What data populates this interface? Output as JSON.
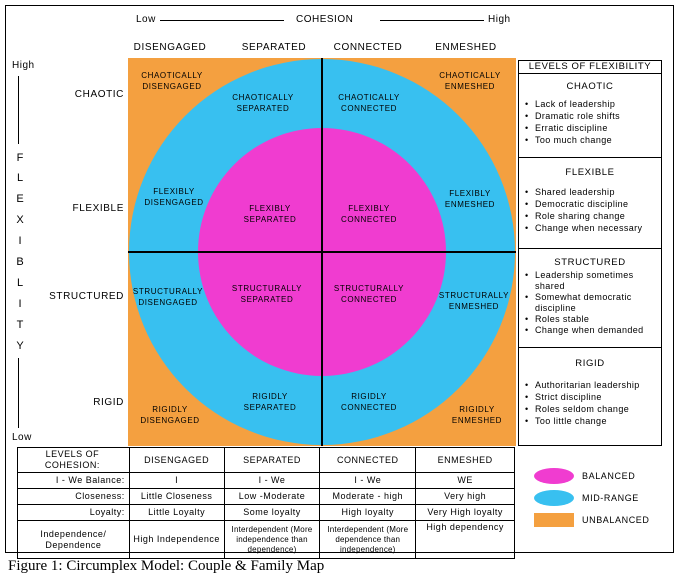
{
  "colors": {
    "balanced": "#f03cd0",
    "mid_range": "#38c0f0",
    "unbalanced": "#f4a040",
    "line": "#000000"
  },
  "cohesion_axis": {
    "low": "Low",
    "title": "COHESION",
    "high": "High"
  },
  "flexibility_axis": {
    "high": "High",
    "letters": [
      "F",
      "L",
      "E",
      "X",
      "I",
      "B",
      "L",
      "I",
      "T",
      "Y"
    ],
    "low": "Low"
  },
  "columns": [
    "DISENGAGED",
    "SEPARATED",
    "CONNECTED",
    "ENMESHED"
  ],
  "rows": [
    "CHAOTIC",
    "FLEXIBLE",
    "STRUCTURED",
    "RIGID"
  ],
  "cells": {
    "chaotic": [
      [
        "CHAOTICALLY",
        "DISENGAGED"
      ],
      [
        "CHAOTICALLY",
        "SEPARATED"
      ],
      [
        "CHAOTICALLY",
        "CONNECTED"
      ],
      [
        "CHAOTICALLY",
        "ENMESHED"
      ]
    ],
    "flexible": [
      [
        "FLEXIBLY",
        "DISENGAGED"
      ],
      [
        "FLEXIBLY",
        "SEPARATED"
      ],
      [
        "FLEXIBLY",
        "CONNECTED"
      ],
      [
        "FLEXIBLY",
        "ENMESHED"
      ]
    ],
    "structured": [
      [
        "STRUCTURALLY",
        "DISENGAGED"
      ],
      [
        "STRUCTURALLY",
        "SEPARATED"
      ],
      [
        "STRUCTURALLY",
        "CONNECTED"
      ],
      [
        "STRUCTURALLY",
        "ENMESHED"
      ]
    ],
    "rigid": [
      [
        "RIGIDLY",
        "DISENGAGED"
      ],
      [
        "RIGIDLY",
        "SEPARATED"
      ],
      [
        "RIGIDLY",
        "CONNECTED"
      ],
      [
        "RIGIDLY",
        "ENMESHED"
      ]
    ]
  },
  "levels_panel": {
    "title": "LEVELS OF FLEXIBILITY",
    "sections": [
      {
        "title": "CHAOTIC",
        "items": [
          "Lack of leadership",
          "Dramatic role shifts",
          "Erratic discipline",
          "Too much change"
        ]
      },
      {
        "title": "FLEXIBLE",
        "items": [
          "Shared leadership",
          "Democratic discipline",
          "Role sharing change",
          "Change when necessary"
        ]
      },
      {
        "title": "STRUCTURED",
        "items": [
          "Leadership sometimes shared",
          "Somewhat democratic discipline",
          "Roles stable",
          "Change when demanded"
        ]
      },
      {
        "title": "RIGID",
        "items": [
          "Authoritarian leadership",
          "Strict discipline",
          "Roles seldom change",
          "Too little change"
        ]
      }
    ]
  },
  "cohesion_table": {
    "header_label": "LEVELS OF COHESION:",
    "header": [
      "DISENGAGED",
      "SEPARATED",
      "CONNECTED",
      "ENMESHED"
    ],
    "rows": [
      {
        "label": "I - We Balance:",
        "values": [
          "I",
          "I - We",
          "I - We",
          "WE"
        ]
      },
      {
        "label": "Closeness:",
        "values": [
          "Little Closeness",
          "Low -Moderate",
          "Moderate - high",
          "Very high"
        ]
      },
      {
        "label": "Loyalty:",
        "values": [
          "Little Loyalty",
          "Some loyalty",
          "High loyalty",
          "Very High loyalty"
        ]
      },
      {
        "label": "Independence/ Dependence",
        "values": [
          "High Independence",
          "Interdependent (More independence than dependence)",
          "Interdependent (More dependence than independence)",
          "High dependency"
        ]
      }
    ]
  },
  "legend": [
    {
      "label": "BALANCED",
      "color": "#f03cd0"
    },
    {
      "label": "MID-RANGE",
      "color": "#38c0f0"
    },
    {
      "label": "UNBALANCED",
      "color": "#f4a040"
    }
  ],
  "caption": "Figure 1: Circumplex Model: Couple & Family Map"
}
